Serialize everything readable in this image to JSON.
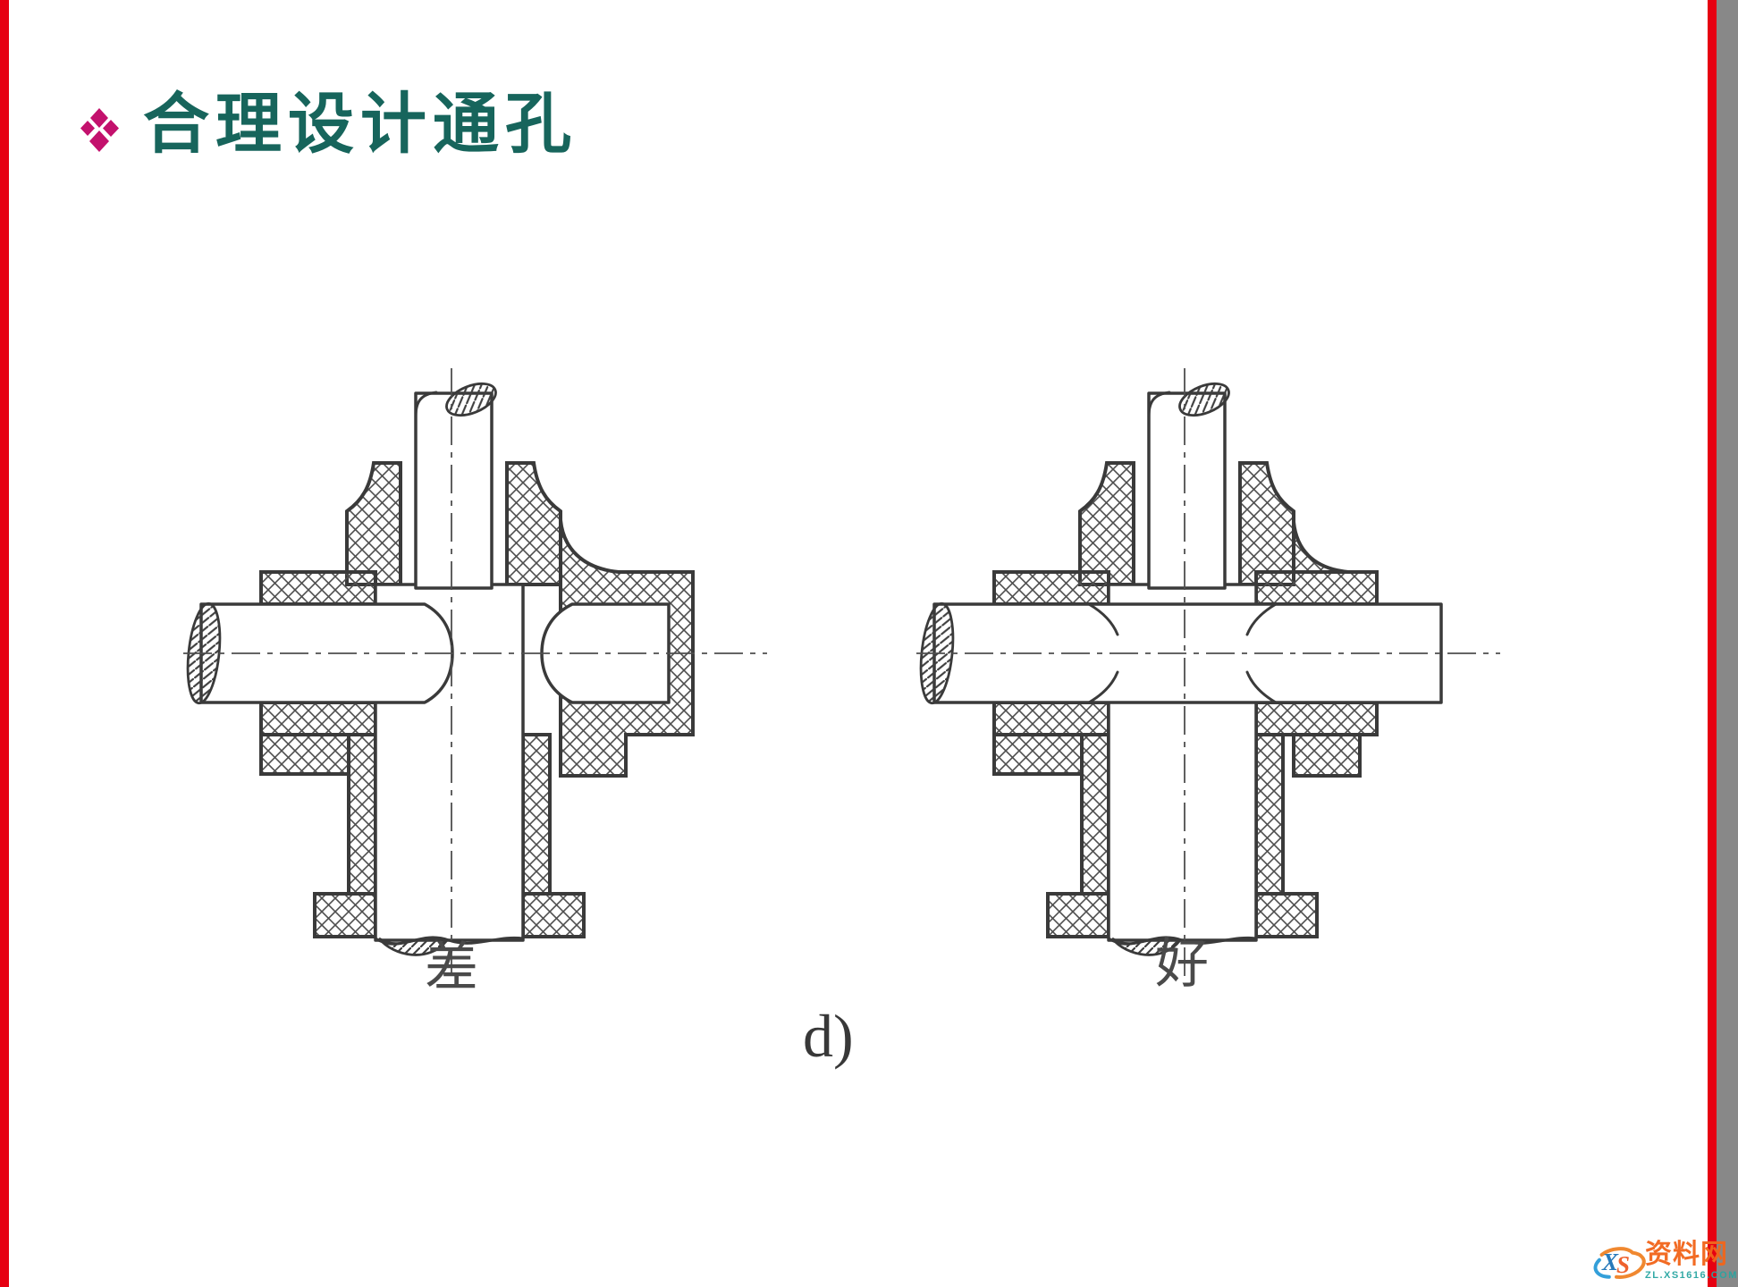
{
  "slide": {
    "background": "#ffffff",
    "edge_bar_color": "#e60012"
  },
  "title": {
    "text": "合理设计通孔",
    "color": "#17655c",
    "bullet_icon": "four-diamond-bullet",
    "bullet_color": "#c3116d"
  },
  "figures": {
    "bad": {
      "label": "差"
    },
    "good": {
      "label": "好"
    },
    "caption": "d)"
  },
  "drawing": {
    "line_color": "#3a3a3a",
    "hatch_color": "#4e4e4e",
    "centerline_color": "#4f4f4f",
    "label_color": "#4a4a4a"
  },
  "watermark": {
    "logo_x": "X",
    "logo_s": "S",
    "site_name": "资料网",
    "site_url": "ZL.XS1616.COM",
    "ring_blue": "#2b9cd8",
    "ring_orange": "#f08428",
    "name_color": "#f2661c",
    "url_color": "#29a6a2"
  }
}
